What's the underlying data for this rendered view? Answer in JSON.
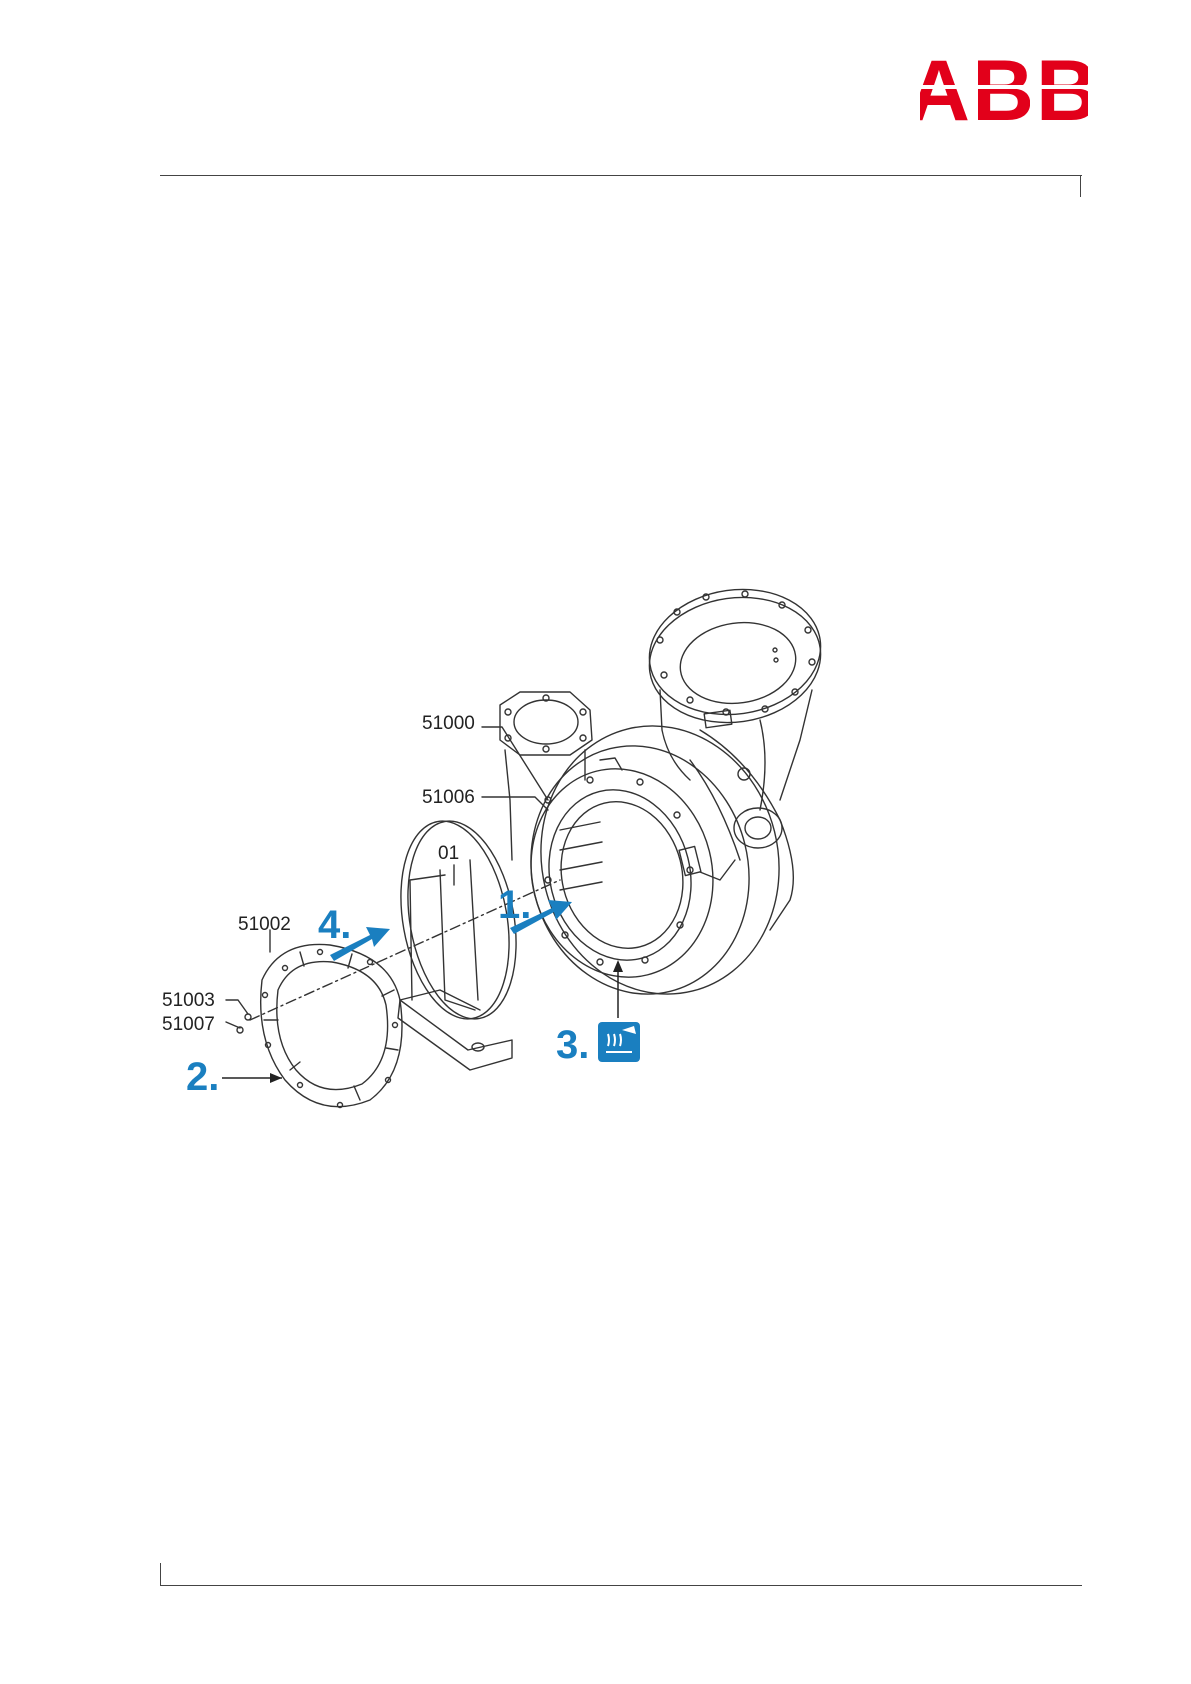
{
  "brand": {
    "logo_text": "ABB",
    "color": "#e2001a"
  },
  "figure": {
    "part_labels": [
      "51000",
      "51006",
      "01",
      "51002",
      "51003",
      "51007"
    ],
    "steps": [
      "1.",
      "2.",
      "3.",
      "4."
    ],
    "accent_color": "#1a7fc0",
    "icons": [
      "heat-cleaning-icon"
    ]
  }
}
